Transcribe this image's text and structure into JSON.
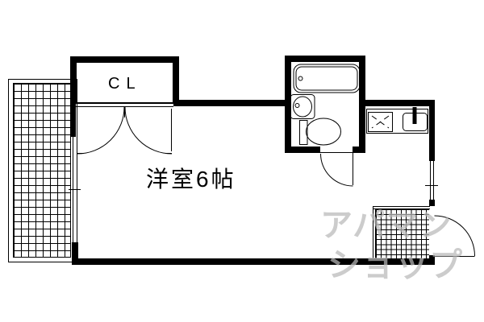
{
  "floorplan": {
    "room_label": "洋室6帖",
    "closet_label": "CL",
    "watermark": {
      "line1": "アパマン",
      "line2": "ショップ",
      "color": "#c0c0c0"
    },
    "colors": {
      "line": "#000000",
      "background": "#ffffff"
    },
    "icons": [
      "balcony-hatch-grid",
      "window-symbol-left",
      "window-symbol-right",
      "closet-double-door-arcs",
      "bathtub-icon",
      "washbasin-icon",
      "toilet-icon",
      "bathroom-door-arc",
      "gas-stove-x-icon",
      "kitchen-sink-icon",
      "faucet-icon",
      "entrance-tile-grid",
      "entrance-door-arc"
    ]
  }
}
